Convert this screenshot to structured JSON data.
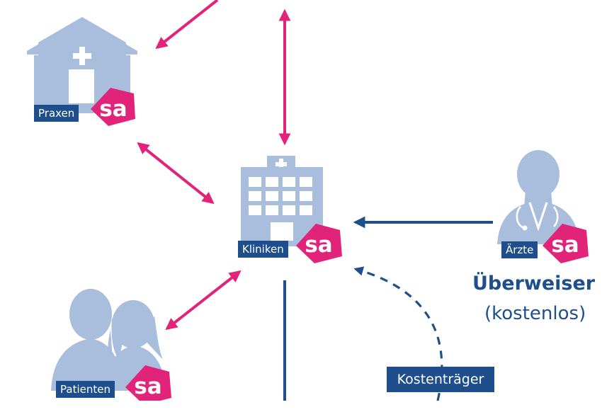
{
  "nodes": {
    "praxen": {
      "label": "Praxen",
      "badge": "sa"
    },
    "kliniken": {
      "label": "Kliniken",
      "badge": "sa"
    },
    "aerzte": {
      "label": "Ärzte",
      "badge": "sa"
    },
    "patienten": {
      "label": "Patienten",
      "badge": "sa"
    }
  },
  "referrer": {
    "title": "Überweiser",
    "subtitle": "(kostenlos)"
  },
  "payer": {
    "label": "Kostenträger"
  },
  "colors": {
    "icon_fill": "#a9bedd",
    "connector_pink": "#e2237a",
    "connector_navy": "#1f4e8c",
    "badge": "#e2237a",
    "label_bar": "#1f4e8c"
  }
}
